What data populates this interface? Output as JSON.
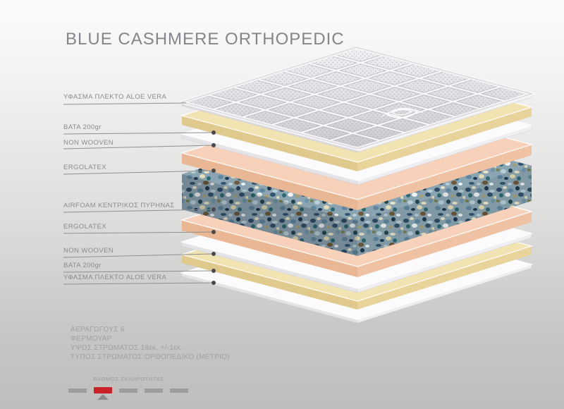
{
  "title": "BLUE CASHMERE ORTHOPEDIC",
  "diagram": {
    "layers": [
      {
        "label": "ΥΦΑΣΜΑ ΠΛΕΚΤΟ ALOE VERA",
        "material": "quilted-knit-fabric",
        "color": "#dcdce2"
      },
      {
        "label": "ΒΑΤΑ 200gr",
        "material": "wadding",
        "color": "#f1e3b2"
      },
      {
        "label": "NON WOOVEN",
        "material": "non-woven-felt",
        "color": "#fbfbfd"
      },
      {
        "label": "ERGOLATEX",
        "material": "ergolatex-foam",
        "color": "#f7d1ba"
      },
      {
        "label": "AIRFOAM ΚΕΝΤΡΙΚΟΣ ΠΥΡΗΝΑΣ",
        "material": "airfoam-core",
        "color": "#8ba4b2"
      },
      {
        "label": "ERGOLATEX",
        "material": "ergolatex-foam",
        "color": "#f7d1ba"
      },
      {
        "label": "NON WOOVEN",
        "material": "non-woven-felt",
        "color": "#fbfbfd"
      },
      {
        "label": "ΒΑΤΑ 200gr",
        "material": "wadding",
        "color": "#f1e3b2"
      },
      {
        "label": "ΥΦΑΣΜΑ ΠΛΕΚΤΟ ALOE VERA",
        "material": "knit-fabric-bottom",
        "color": "#fbfbfd"
      }
    ]
  },
  "specs": {
    "lines": [
      "ΑΕΡΑΓΩΓΟΥΣ 6",
      "ΦΕΡΜΟΥΑΡ",
      "ΥΨΟΣ ΣΤΡΩΜΑΤΟΣ 18εκ. +/-1εκ.",
      "ΤΥΠΟΣ ΣΤΡΩΜΑΤΟΣ:ΟΡΘΟΠΕΔΙΚΟ (ΜΕΤΡΙΟ)"
    ]
  },
  "hardness": {
    "title": "ΒΑΘΜΟΣ ΣΚΛΗΡΟΤΗΤΑΣ",
    "levels": 5,
    "selected_level": 2,
    "selected_color": "#cb2228",
    "bar_color": "#9d9d9f",
    "pointer_color": "#8c8c8e"
  }
}
